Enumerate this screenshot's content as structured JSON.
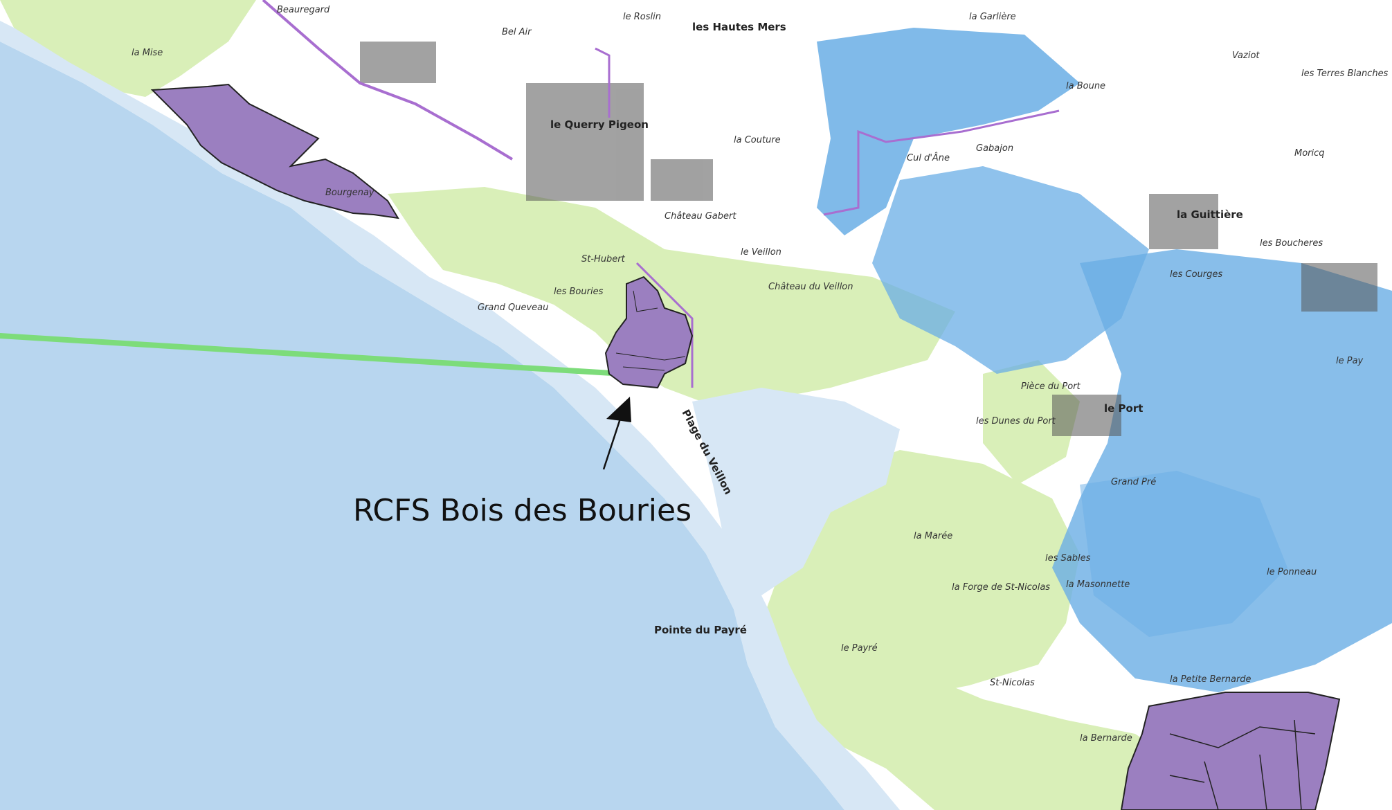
{
  "colors": {
    "sea": "#b8d6ef",
    "coast_rocks": "#d7e7f5",
    "land": "#ffffff",
    "forest": "#d9efb8",
    "marsh": "#6aaee5",
    "urban": "#555555",
    "reserve_fill": "#9b7fc0",
    "reserve_border": "#222222",
    "line_green": "#7ddc7a",
    "road_purple": "#a86ed0"
  },
  "annotation": {
    "label": "RCFS Bois des Bouries",
    "arrow_icon": "arrow-up-icon"
  },
  "places": {
    "p1": "la Mise",
    "p2": "Beauregard",
    "p3": "Bel Air",
    "p4": "le Roslin",
    "p5": "les Hautes Mers",
    "p6": "la Garlière",
    "p7": "Vaziot",
    "p8": "les Terres Blanches",
    "p9": "la Boune",
    "p10": "la Couture",
    "p11": "Cul d'Âne",
    "p12": "Gabajon",
    "p13": "Moricq",
    "p14": "le Querry Pigeon",
    "p15": "Château Gabert",
    "p16": "la Guittière",
    "p17": "les Boucheres",
    "p18": "le Veillon",
    "p19": "St-Hubert",
    "p20": "les Bouries",
    "p21": "Château du Veillon",
    "p22": "Grand Queveau",
    "p23": "Pièce du Port",
    "p24": "les Dunes du Port",
    "p25": "le Port",
    "p26": "Grand Pré",
    "p27": "Plage du Veillon",
    "p28": "la Marée",
    "p29": "les Sables",
    "p30": "la Masonnette",
    "p31": "le Ponneau",
    "p32": "la Forge de St-Nicolas",
    "p33": "Pointe du Payré",
    "p34": "le Payré",
    "p35": "St-Nicolas",
    "p36": "la Petite Bernarde",
    "p37": "la Bernarde",
    "p38": "le Pay",
    "p39": "Bourgenay",
    "p40": "les Courges"
  }
}
